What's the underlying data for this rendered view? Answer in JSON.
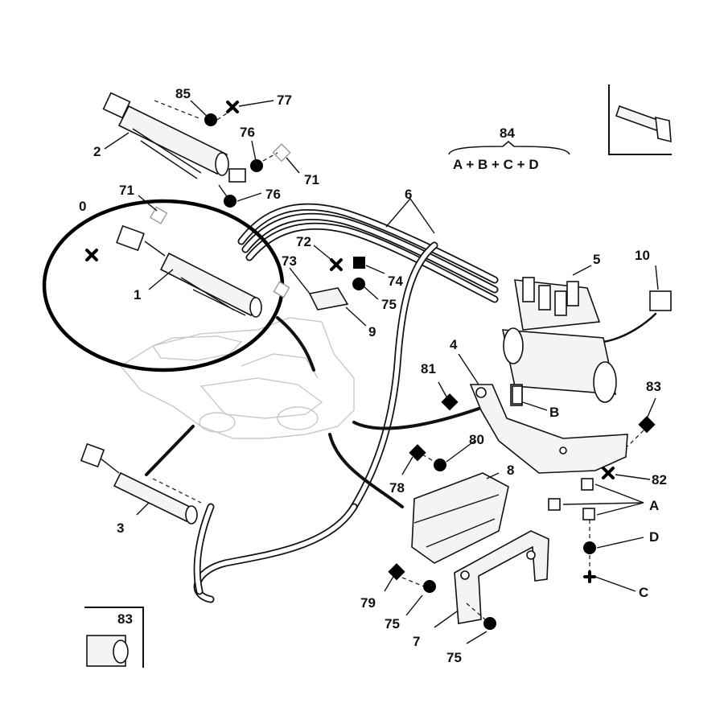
{
  "callouts": {
    "l85": "85",
    "l77": "77",
    "l76a": "76",
    "l71a": "71",
    "l76b": "76",
    "l2": "2",
    "l84": "84",
    "l84formula": "A + B + C + D",
    "l71b": "71",
    "l0": "0",
    "l6": "6",
    "l72": "72",
    "l73": "73",
    "l74": "74",
    "l75a": "75",
    "l9": "9",
    "l1": "1",
    "l5": "5",
    "l10": "10",
    "l4": "4",
    "l81": "81",
    "lB": "B",
    "l83a": "83",
    "l80": "80",
    "l8": "8",
    "l78": "78",
    "l82": "82",
    "lA": "A",
    "lD": "D",
    "l3": "3",
    "lC": "C",
    "l79": "79",
    "l75b": "75",
    "l7": "7",
    "l75c": "75",
    "l83b": "83"
  }
}
